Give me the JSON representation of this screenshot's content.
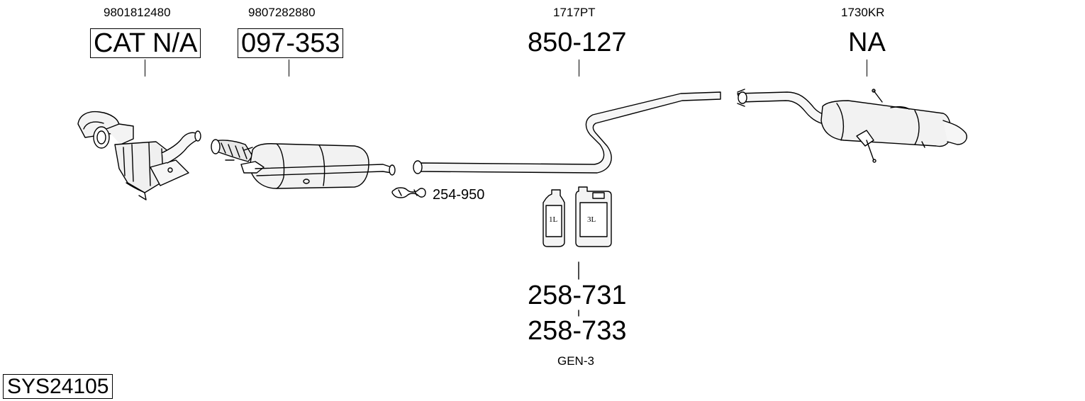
{
  "parts": [
    {
      "oe_number": "9801812480",
      "part_number": "CAT N/A",
      "boxed": true
    },
    {
      "oe_number": "9807282880",
      "part_number": "097-353",
      "boxed": true
    },
    {
      "oe_number": "1717PT",
      "part_number": "850-127",
      "boxed": false
    },
    {
      "oe_number": "1730KR",
      "part_number": "NA",
      "boxed": false
    }
  ],
  "clamp": {
    "part_number": "254-950"
  },
  "fluids": {
    "bottle_small_label": "1L",
    "bottle_large_label": "3L",
    "part_numbers": [
      "258-731",
      "258-733"
    ],
    "note": "GEN-3"
  },
  "system_id": "SYS24105"
}
